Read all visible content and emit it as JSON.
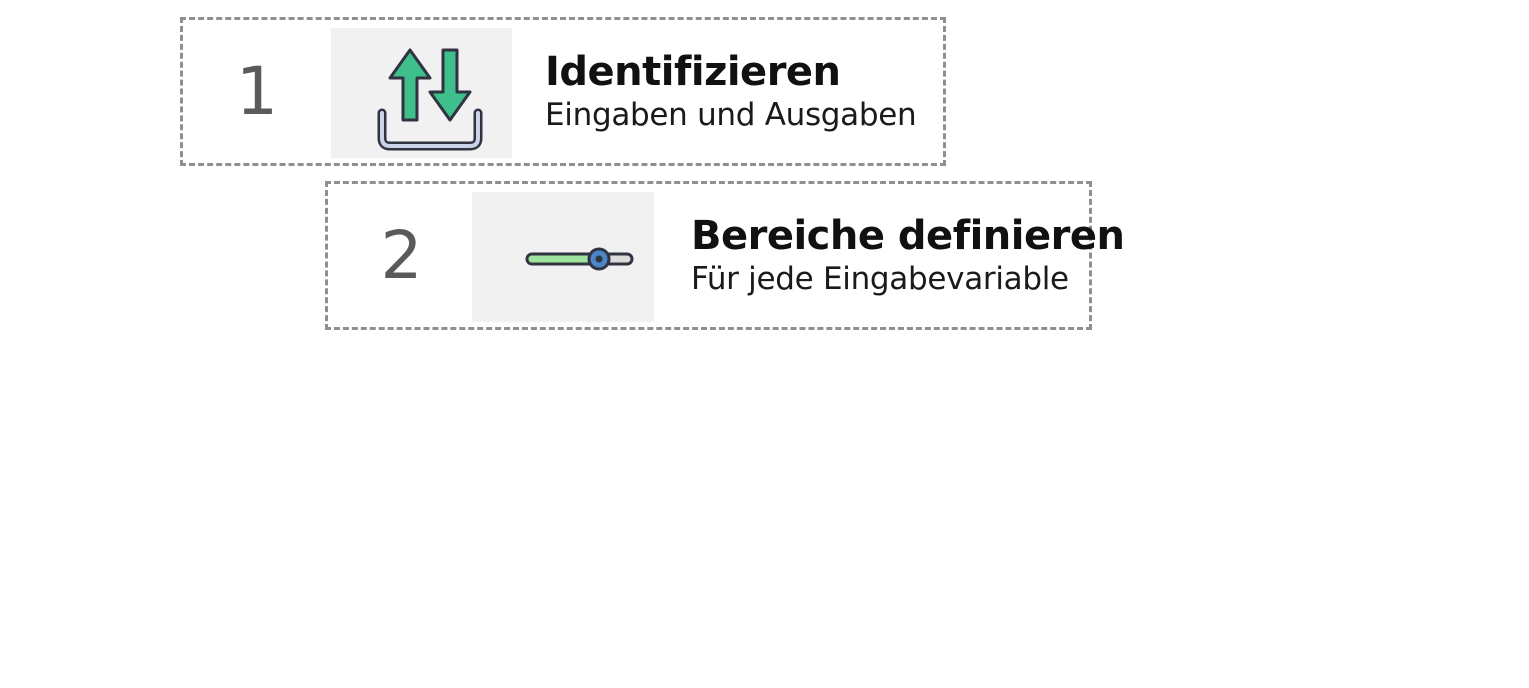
{
  "colors": {
    "border": "#8f8f8f",
    "number": "#5a5a5a",
    "tile_background": "#f1f1f1",
    "arrow_green": "#3ebf8c",
    "icon_outline": "#2f3440",
    "tray_fill": "#c9d4e6",
    "slider_green": "#9fe39f",
    "slider_knob": "#4a86c8"
  },
  "steps": [
    {
      "number": "1",
      "icon": "upload-download-arrows-icon",
      "title": "Identifizieren",
      "subtitle": "Eingaben und Ausgaben"
    },
    {
      "number": "2",
      "icon": "range-slider-icon",
      "title": "Bereiche definieren",
      "subtitle": "Für jede Eingabevariable"
    }
  ]
}
